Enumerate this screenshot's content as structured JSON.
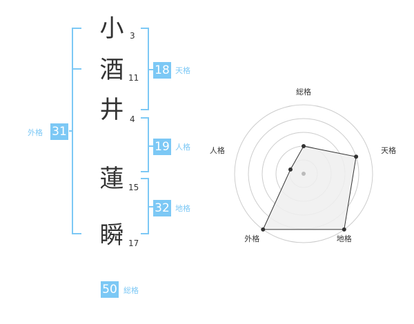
{
  "name": [
    {
      "char": "小",
      "strokes": "3"
    },
    {
      "char": "酒",
      "strokes": "11"
    },
    {
      "char": "井",
      "strokes": "4"
    },
    {
      "char": "蓮",
      "strokes": "15"
    },
    {
      "char": "瞬",
      "strokes": "17"
    }
  ],
  "kaku": {
    "tenkaku": {
      "value": "18",
      "label": "天格"
    },
    "jinkaku": {
      "value": "19",
      "label": "人格"
    },
    "chikaku": {
      "value": "32",
      "label": "地格"
    },
    "gaikaku": {
      "value": "31",
      "label": "外格"
    },
    "soukaku": {
      "value": "50",
      "label": "総格"
    }
  },
  "chart_data": {
    "type": "radar",
    "axes": [
      "総格",
      "天格",
      "地格",
      "外格",
      "人格"
    ],
    "levels": 5,
    "values": [
      2,
      4,
      5,
      5,
      1
    ],
    "colors": {
      "fill": "#eeeeee",
      "line": "#333333",
      "grid": "#cccccc",
      "point": "#333333",
      "accent": "#7cc8f5"
    }
  }
}
